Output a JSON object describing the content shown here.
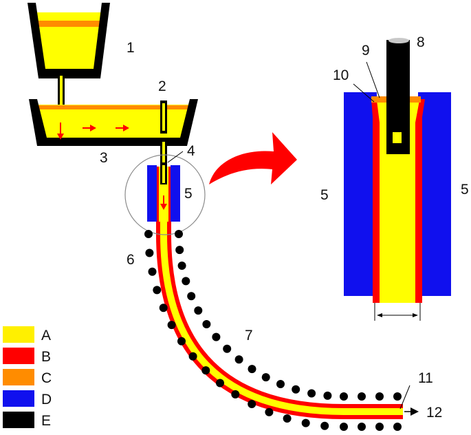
{
  "colors": {
    "A": "#fff000",
    "B": "#ff0000",
    "C": "#ff8c00",
    "D": "#1010ee",
    "E": "#000000"
  },
  "legend": [
    {
      "key": "A",
      "label": "A"
    },
    {
      "key": "B",
      "label": "B"
    },
    {
      "key": "C",
      "label": "C"
    },
    {
      "key": "D",
      "label": "D"
    },
    {
      "key": "E",
      "label": "E"
    }
  ],
  "labels": {
    "n1": "1",
    "n2": "2",
    "n3": "3",
    "n4": "4",
    "n5a": "5",
    "n5b": "5",
    "n5c": "5",
    "n6": "6",
    "n7": "7",
    "n8": "8",
    "n9": "9",
    "n10": "10",
    "n11": "11",
    "n12": "12"
  }
}
